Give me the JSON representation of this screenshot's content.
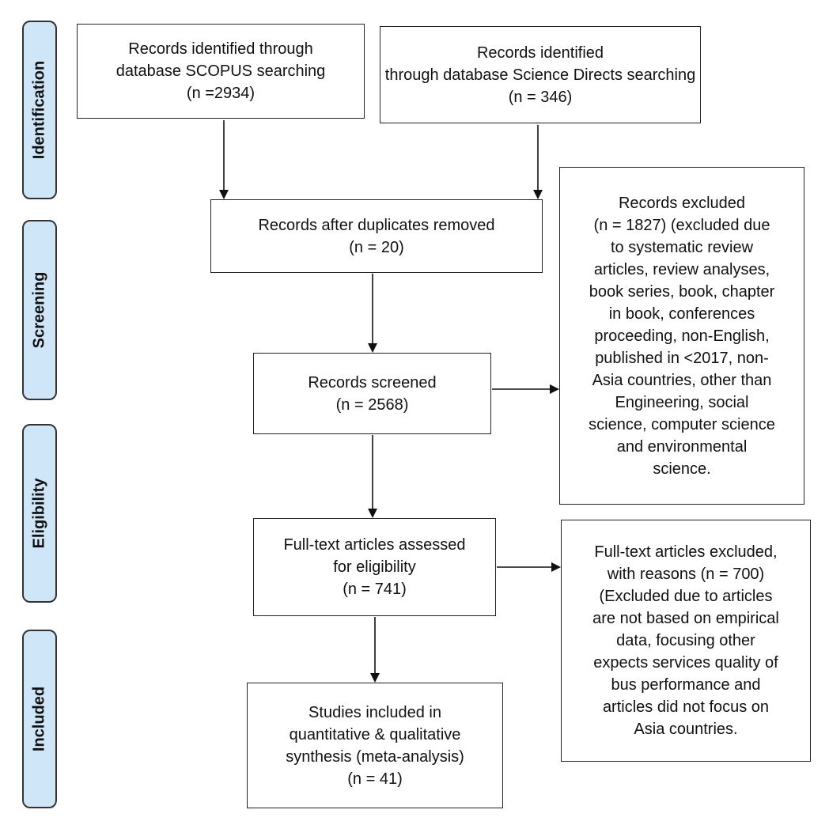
{
  "stages": [
    {
      "id": "identification",
      "label": "Identification"
    },
    {
      "id": "screening",
      "label": "Screening"
    },
    {
      "id": "eligibility",
      "label": "Eligibility"
    },
    {
      "id": "included",
      "label": "Included"
    }
  ],
  "boxes": {
    "scopus": {
      "lines": [
        "Records identified through",
        "database SCOPUS searching",
        "(n =2934)"
      ]
    },
    "science_direct": {
      "lines": [
        "Records identified",
        "through database Science Directs searching",
        "(n = 346)"
      ]
    },
    "duplicates_removed": {
      "lines": [
        "Records after duplicates removed",
        "(n = 20)"
      ]
    },
    "screened": {
      "lines": [
        "Records screened",
        "(n = 2568)"
      ]
    },
    "records_excluded": {
      "lines": [
        "Records excluded",
        "(n = 1827) (excluded due",
        "to systematic review",
        "articles, review analyses,",
        "book series, book, chapter",
        "in book, conferences",
        "proceeding, non-English,",
        "published in <2017, non-",
        "Asia countries, other than",
        "Engineering, social",
        "science, computer science",
        "and environmental",
        "science."
      ]
    },
    "fulltext_assessed": {
      "lines": [
        "Full-text articles assessed",
        "for eligibility",
        "(n = 741)"
      ]
    },
    "fulltext_excluded": {
      "lines": [
        "Full-text articles excluded,",
        "with reasons (n = 700)",
        "(Excluded due to articles",
        "are not based on empirical",
        "data, focusing other",
        "expects services quality of",
        "bus performance and",
        "articles did not focus on",
        "Asia countries."
      ]
    },
    "included_studies": {
      "lines": [
        "Studies included in",
        "quantitative & qualitative",
        "synthesis (meta-analysis)",
        "(n = 41)"
      ]
    }
  }
}
